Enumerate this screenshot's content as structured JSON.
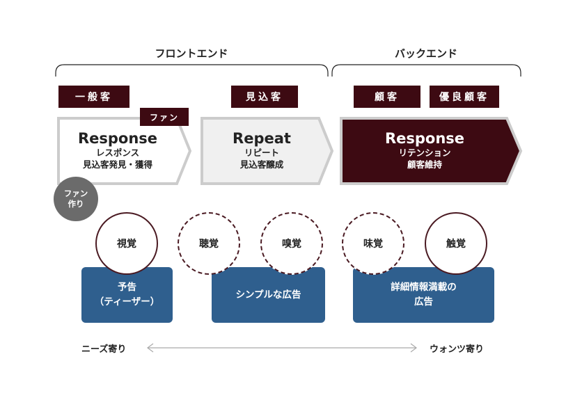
{
  "sections": {
    "front_end": "フロントエンド",
    "back_end": "バックエンド"
  },
  "tags": {
    "general": "一般客",
    "fan": "ファン",
    "prospect": "見込客",
    "customer": "顧客",
    "vip": "優良顧客"
  },
  "stages": [
    {
      "title": "Response",
      "sub1": "レスポンス",
      "sub2": "見込客発見・獲得"
    },
    {
      "title": "Repeat",
      "sub1": "リピート",
      "sub2": "見込客醸成"
    },
    {
      "title": "Response",
      "sub1": "リテンション",
      "sub2": "顧客維持"
    }
  ],
  "fan_making": {
    "line1": "ファン",
    "line2": "作り"
  },
  "senses": {
    "sight": "視覚",
    "hearing": "聴覚",
    "smell": "嗅覚",
    "taste": "味覚",
    "touch": "触覚"
  },
  "ads": {
    "teaser_line1": "予告",
    "teaser_line2": "（ティーザー）",
    "simple": "シンプルな広告",
    "detailed_line1": "詳細情報満載の",
    "detailed_line2": "広告"
  },
  "scale": {
    "left": "ニーズ寄り",
    "right": "ウォンツ寄り"
  },
  "colors": {
    "maroon": "#3d0a12",
    "blue": "#2f5f8e",
    "gray": "#6b6b6b"
  }
}
